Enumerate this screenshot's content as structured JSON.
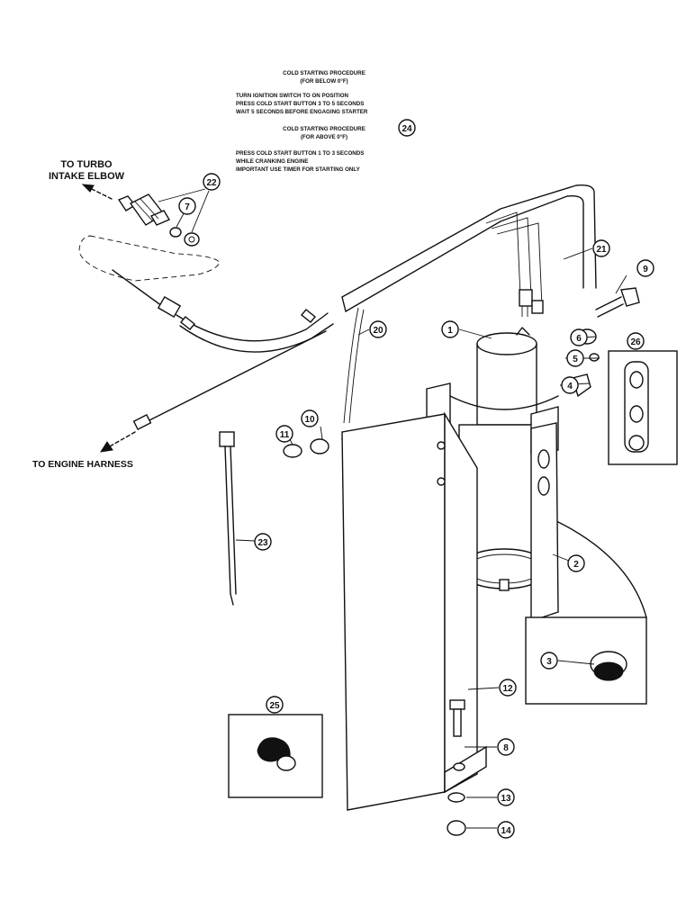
{
  "instructions": {
    "below_title": "COLD STARTING PROCEDURE",
    "below_sub": "(FOR BELOW 0°F)",
    "below_lines": [
      "TURN IGNITION SWITCH TO ON POSITION",
      "PRESS COLD START BUTTON 3 TO 5 SECONDS",
      "WAIT 5 SECONDS BEFORE ENGAGING STARTER"
    ],
    "above_title": "COLD STARTING PROCEDURE",
    "above_sub": "(FOR ABOVE 0°F)",
    "above_lines": [
      "PRESS COLD START BUTTON 1 TO 3 SECONDS",
      "WHILE CRANKING ENGINE",
      "IMPORTANT USE TIMER FOR STARTING ONLY"
    ]
  },
  "labels": {
    "turbo_line1": "TO TURBO",
    "turbo_line2": "INTAKE ELBOW",
    "engine_harness": "TO ENGINE HARNESS"
  },
  "callouts": [
    "24",
    "22",
    "7",
    "21",
    "9",
    "20",
    "1",
    "6",
    "5",
    "4",
    "26",
    "11",
    "10",
    "23",
    "2",
    "3",
    "12",
    "25",
    "8",
    "13",
    "14"
  ]
}
